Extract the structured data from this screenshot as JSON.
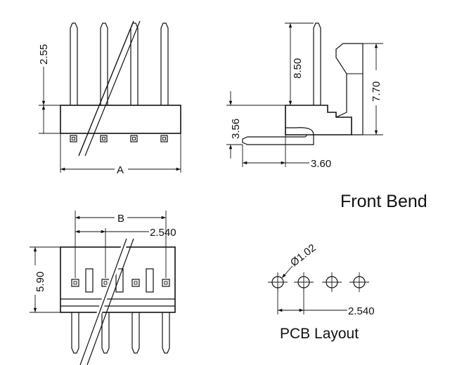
{
  "labels": {
    "h_2_55": "2.55",
    "h_8_50": "8.50",
    "h_7_70": "7.70",
    "h_3_56": "3.56",
    "h_3_60": "3.60",
    "dim_A": "A",
    "dim_B": "B",
    "pitch_top": "2.540",
    "h_5_90": "5.90",
    "hole_dia": "Ø1.02",
    "pitch_pcb": "2.540",
    "title_front_bend": "Front Bend",
    "title_pcb_layout": "PCB Layout"
  }
}
